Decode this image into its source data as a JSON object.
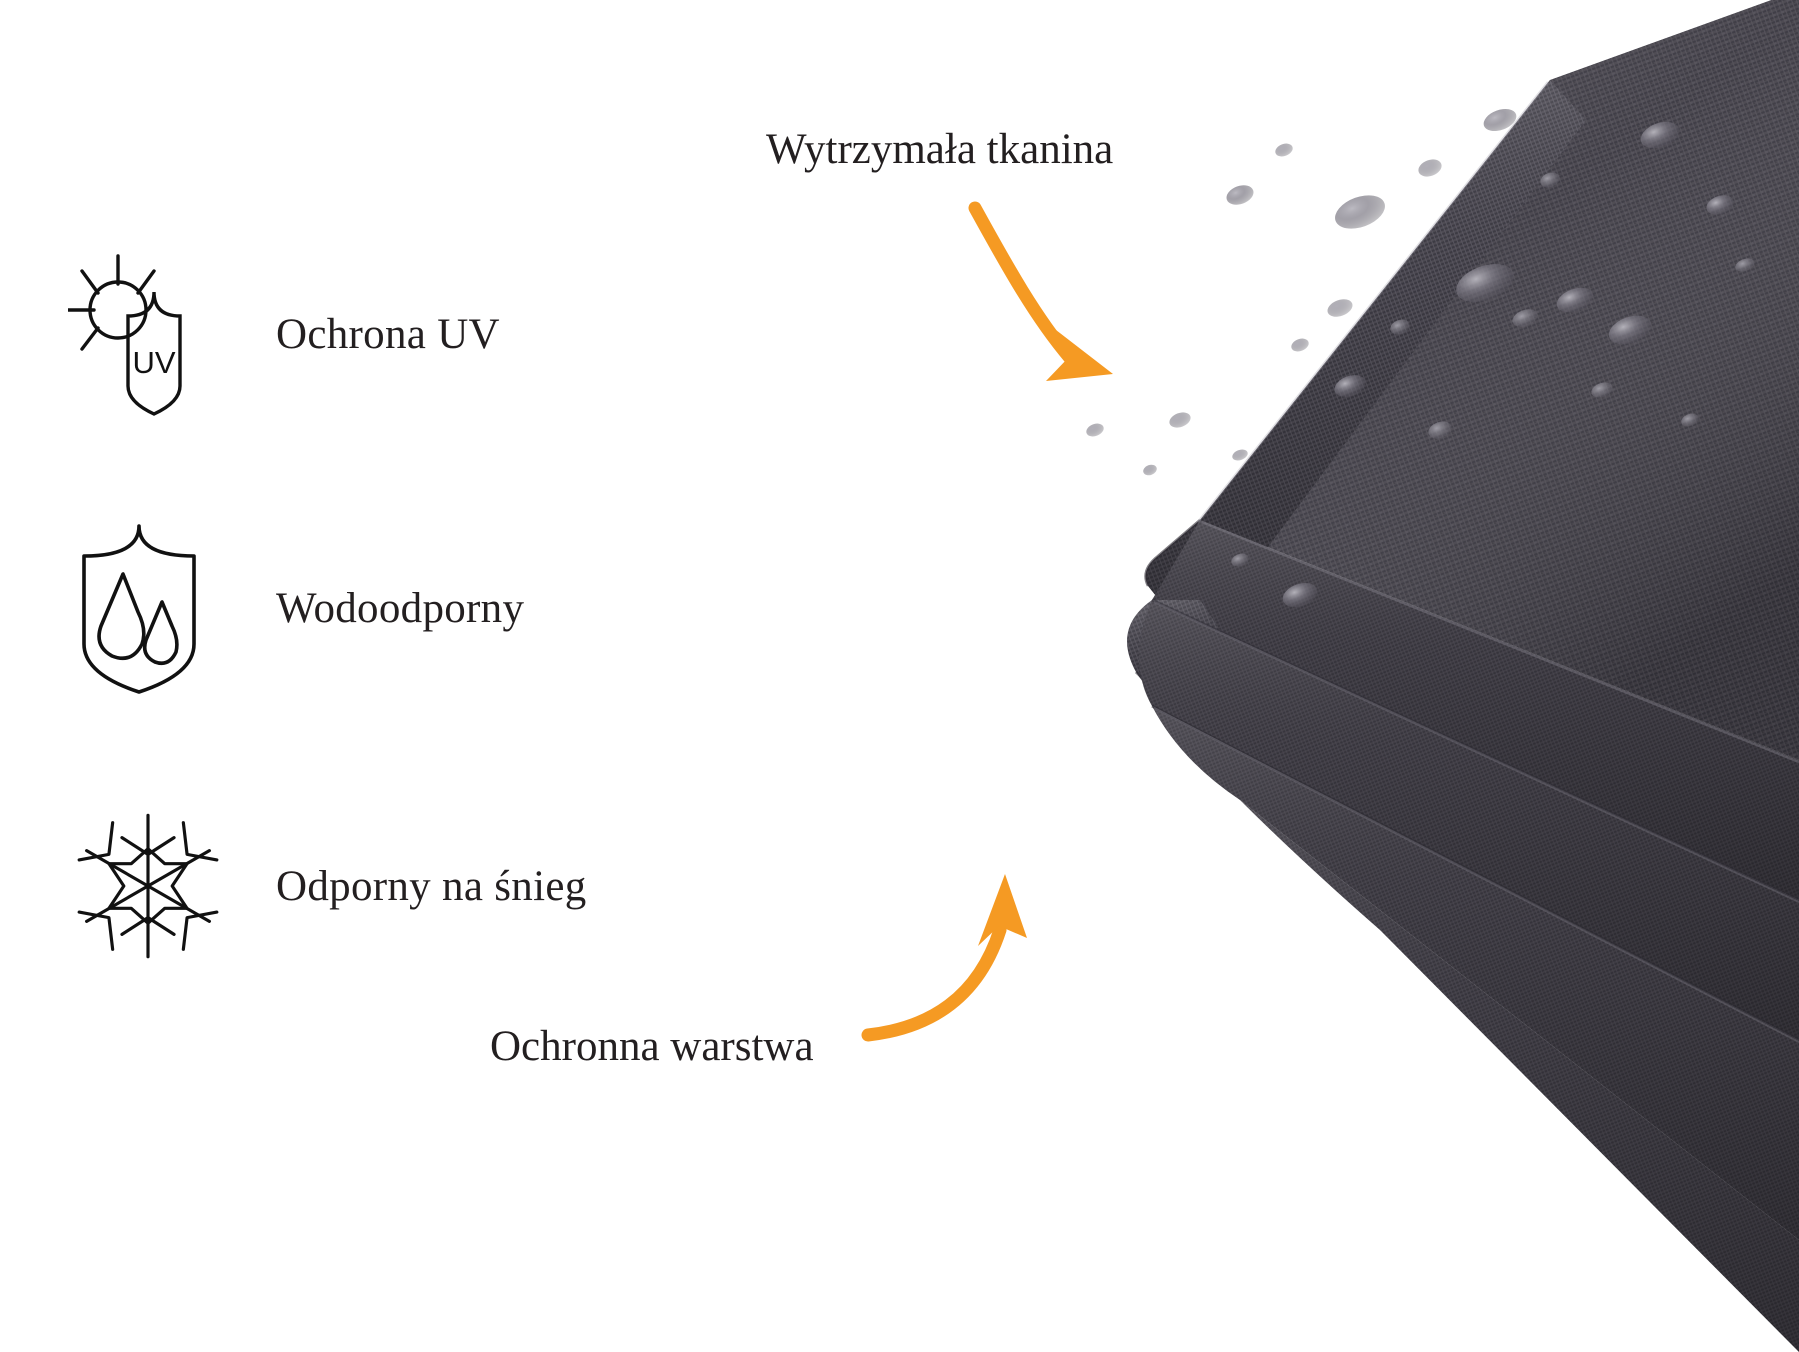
{
  "page": {
    "background_color": "#ffffff",
    "text_color": "#231f20",
    "accent_color": "#F59A23",
    "fabric_color": "#4a474f"
  },
  "features": [
    {
      "icon": "sun-shield-uv-icon",
      "label": "Ochrona UV",
      "badge_text": "UV"
    },
    {
      "icon": "shield-water-drops-icon",
      "label": "Wodoodporny"
    },
    {
      "icon": "snowflake-icon",
      "label": "Odporny na śnieg"
    }
  ],
  "callouts": [
    {
      "id": "top",
      "label": "Wytrzymała tkanina",
      "arrow": "curved-arrow-down-right",
      "arrow_color": "#F59A23"
    },
    {
      "id": "bottom",
      "label": "Ochronna warstwa",
      "arrow": "curved-arrow-up-right",
      "arrow_color": "#F59A23"
    }
  ],
  "photo": {
    "subject": "folded-waterproof-fabric-cover",
    "fabric_color": "#4a474f",
    "has_water_droplets": true
  }
}
